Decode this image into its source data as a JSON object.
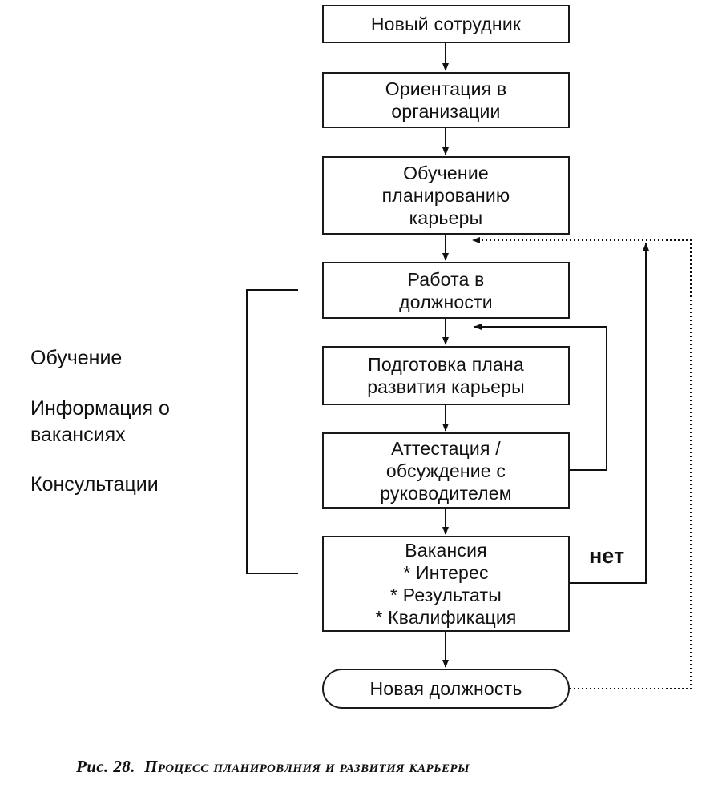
{
  "diagram": {
    "nodes": {
      "new_employee": "Новый сотрудник",
      "orientation": "Ориентация в\nорганизации",
      "career_training": "Обучение\nпланированию\nкарьеры",
      "job_work": "Работа в\nдолжности",
      "plan_prep": "Подготовка плана\nразвития карьеры",
      "appraisal": "Аттестация /\nобсуждение с\nруководителем",
      "vacancy": "Вакансия\n* Интерес\n* Результаты\n* Квалификация",
      "new_position": "Новая должность"
    },
    "side_items": [
      "Обучение",
      "Информация о\nвакансиях",
      "Консультации"
    ],
    "no_label": "нет"
  },
  "caption": {
    "prefix": "Рис. 28.",
    "text": "Процесс планировлния и развития карьеры"
  }
}
